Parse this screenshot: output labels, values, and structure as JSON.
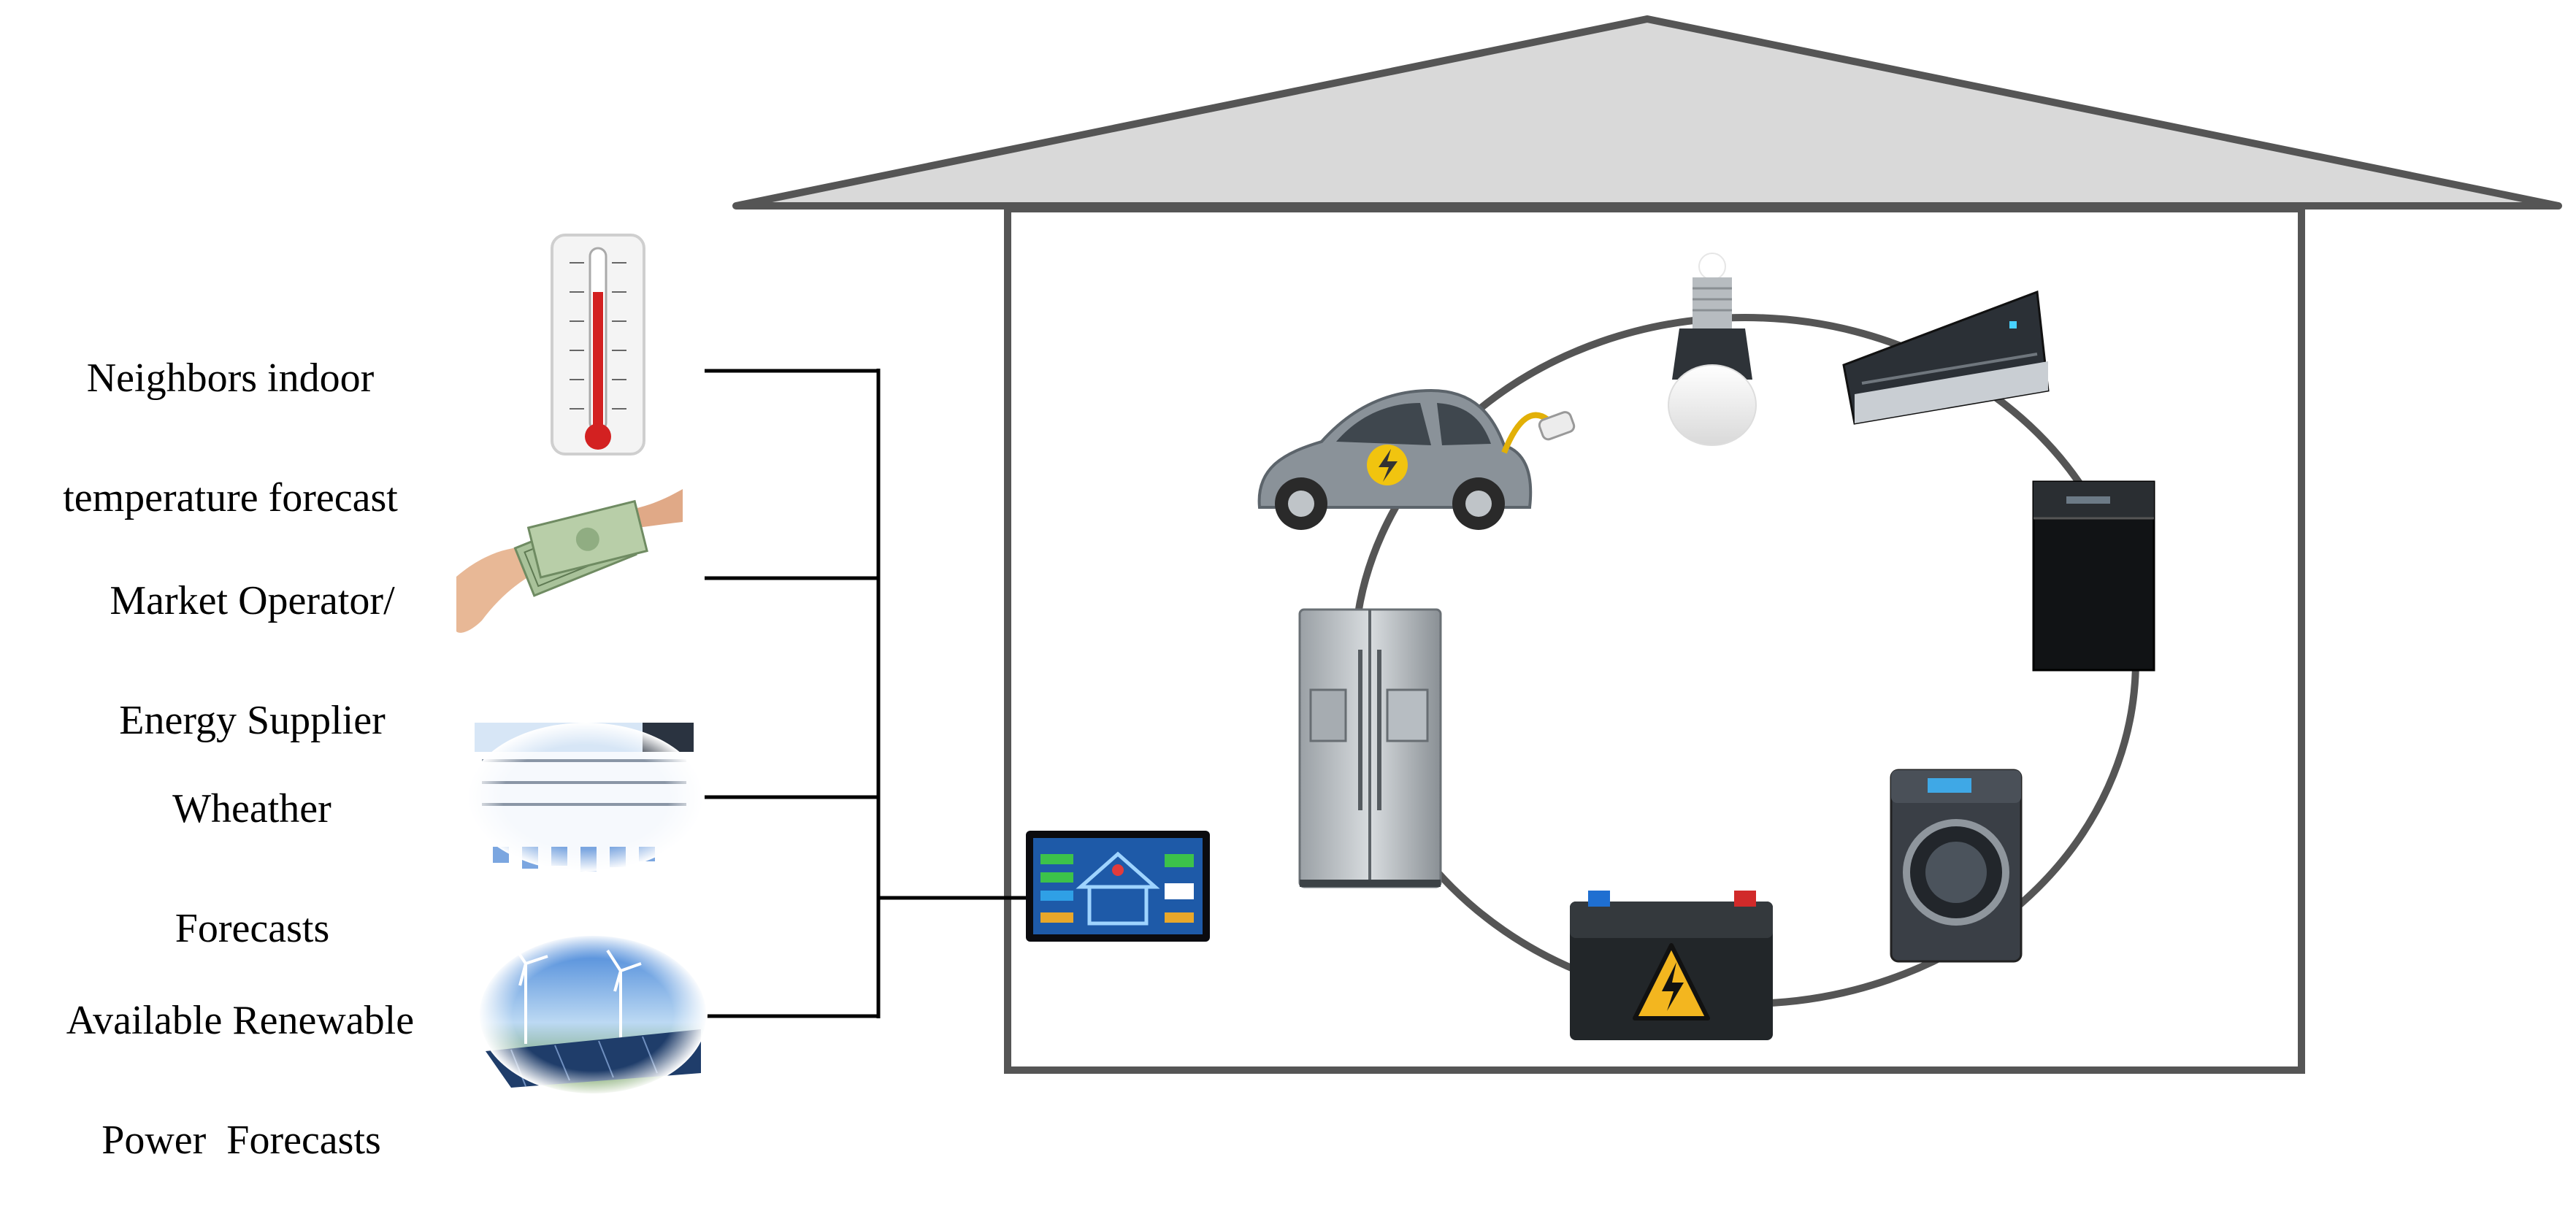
{
  "inputs": [
    {
      "key": "temperature",
      "line1": "Neighbors indoor",
      "line2": "temperature forecast",
      "icon": "thermometer-icon"
    },
    {
      "key": "market",
      "line1": "Market Operator/",
      "line2": "Energy Supplier",
      "icon": "money-handshake-icon"
    },
    {
      "key": "weather",
      "line1": "Wheather",
      "line2": "Forecasts",
      "icon": "weather-table-icon"
    },
    {
      "key": "renewable",
      "line1": "Available Renewable",
      "line2": "Power  Forecasts",
      "icon": "wind-solar-farm-icon"
    }
  ],
  "controller": {
    "icon": "home-energy-management-screen-icon"
  },
  "appliances": [
    {
      "key": "ev",
      "icon": "electric-car-icon"
    },
    {
      "key": "bulb",
      "icon": "light-bulb-icon"
    },
    {
      "key": "ac",
      "icon": "air-conditioner-icon"
    },
    {
      "key": "dishwasher",
      "icon": "dishwasher-icon"
    },
    {
      "key": "washer",
      "icon": "washing-machine-icon"
    },
    {
      "key": "battery",
      "icon": "battery-icon"
    },
    {
      "key": "fridge",
      "icon": "refrigerator-icon"
    }
  ],
  "colors": {
    "house_outline": "#555555",
    "roof_fill": "#d9d9d9",
    "ring": "#555555",
    "connector": "#000000"
  }
}
